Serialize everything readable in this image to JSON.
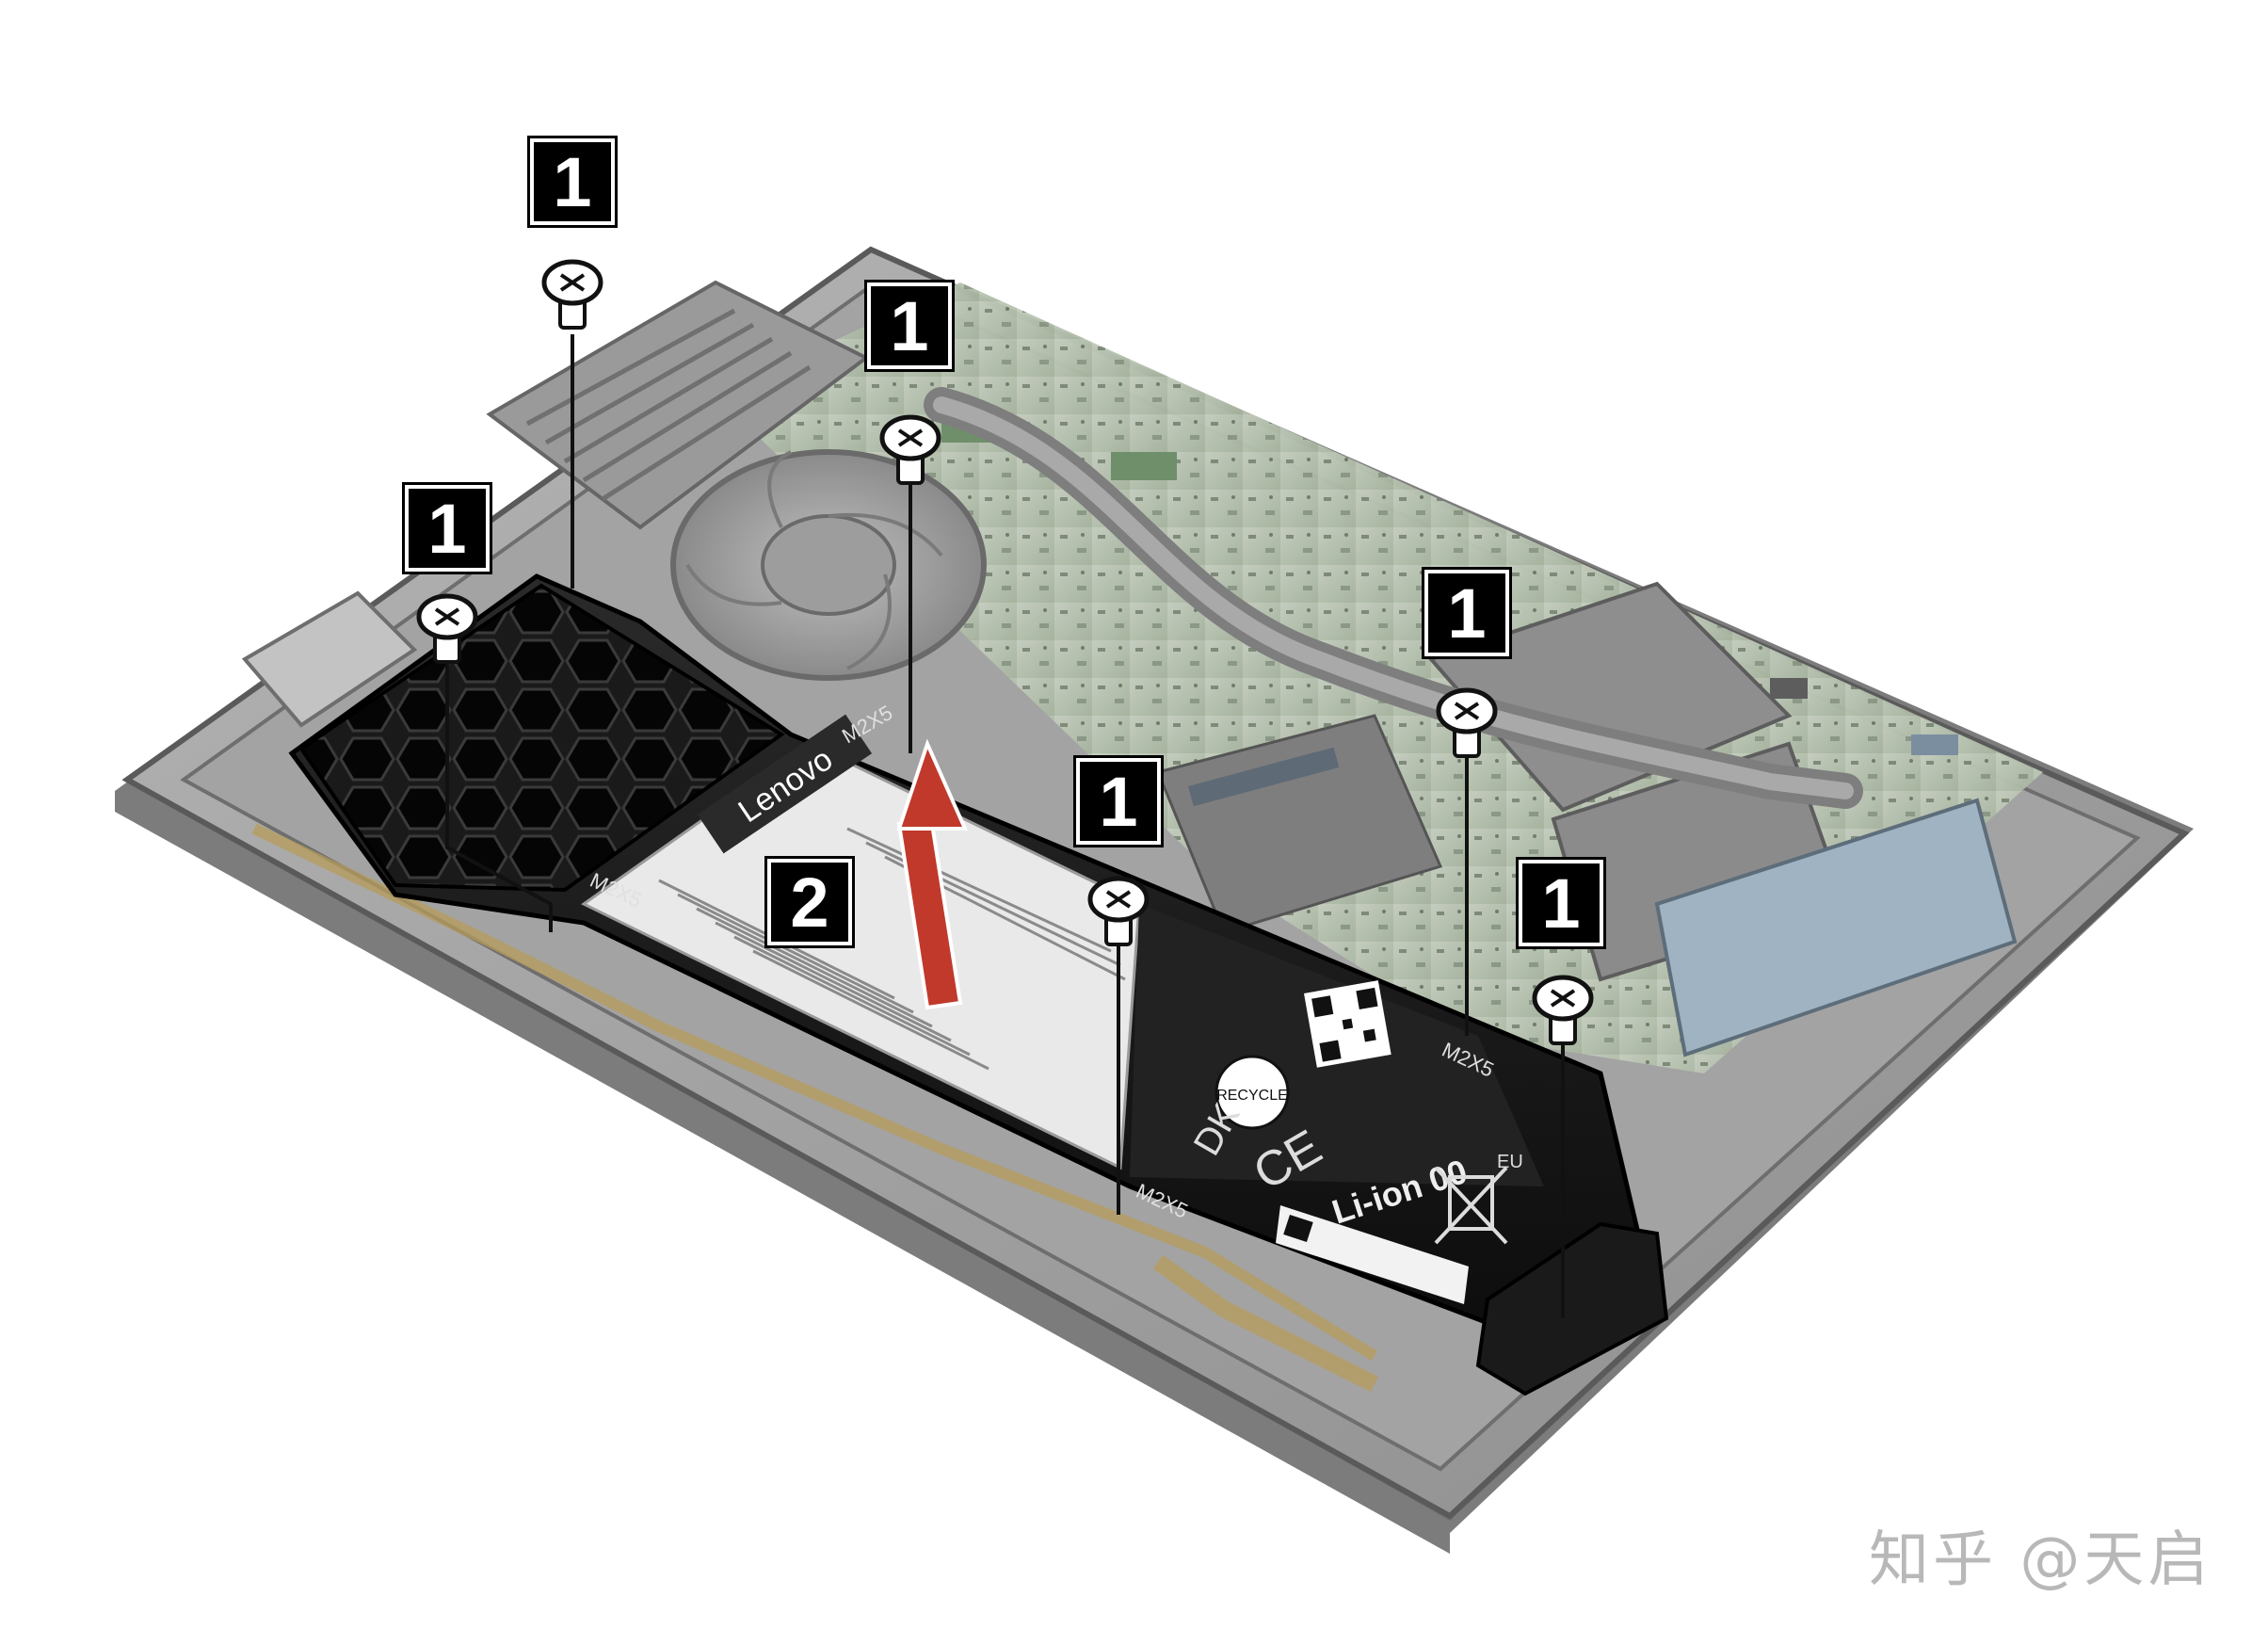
{
  "figure": {
    "callouts": {
      "step1": "1",
      "step2": "2"
    },
    "battery_labels": {
      "brand": "Lenovo",
      "screw_mark": "M2X5",
      "chemistry": "Li-ion 00",
      "recycle": "RECYCLE",
      "eu": "EU",
      "ce": "CE",
      "dk": "DK"
    },
    "watermark": "知乎 @天启"
  },
  "colors": {
    "arrow": "#c0392b",
    "callout_bg": "#000000",
    "callout_fg": "#ffffff",
    "chassis": "#8a8a8a",
    "battery": "#1a1a1a",
    "board": "#a9b8a2"
  },
  "icons": [
    "screw-icon",
    "arrow-up-icon",
    "recycle-icon",
    "ce-mark-icon",
    "weee-bin-icon",
    "qr-code-icon"
  ]
}
